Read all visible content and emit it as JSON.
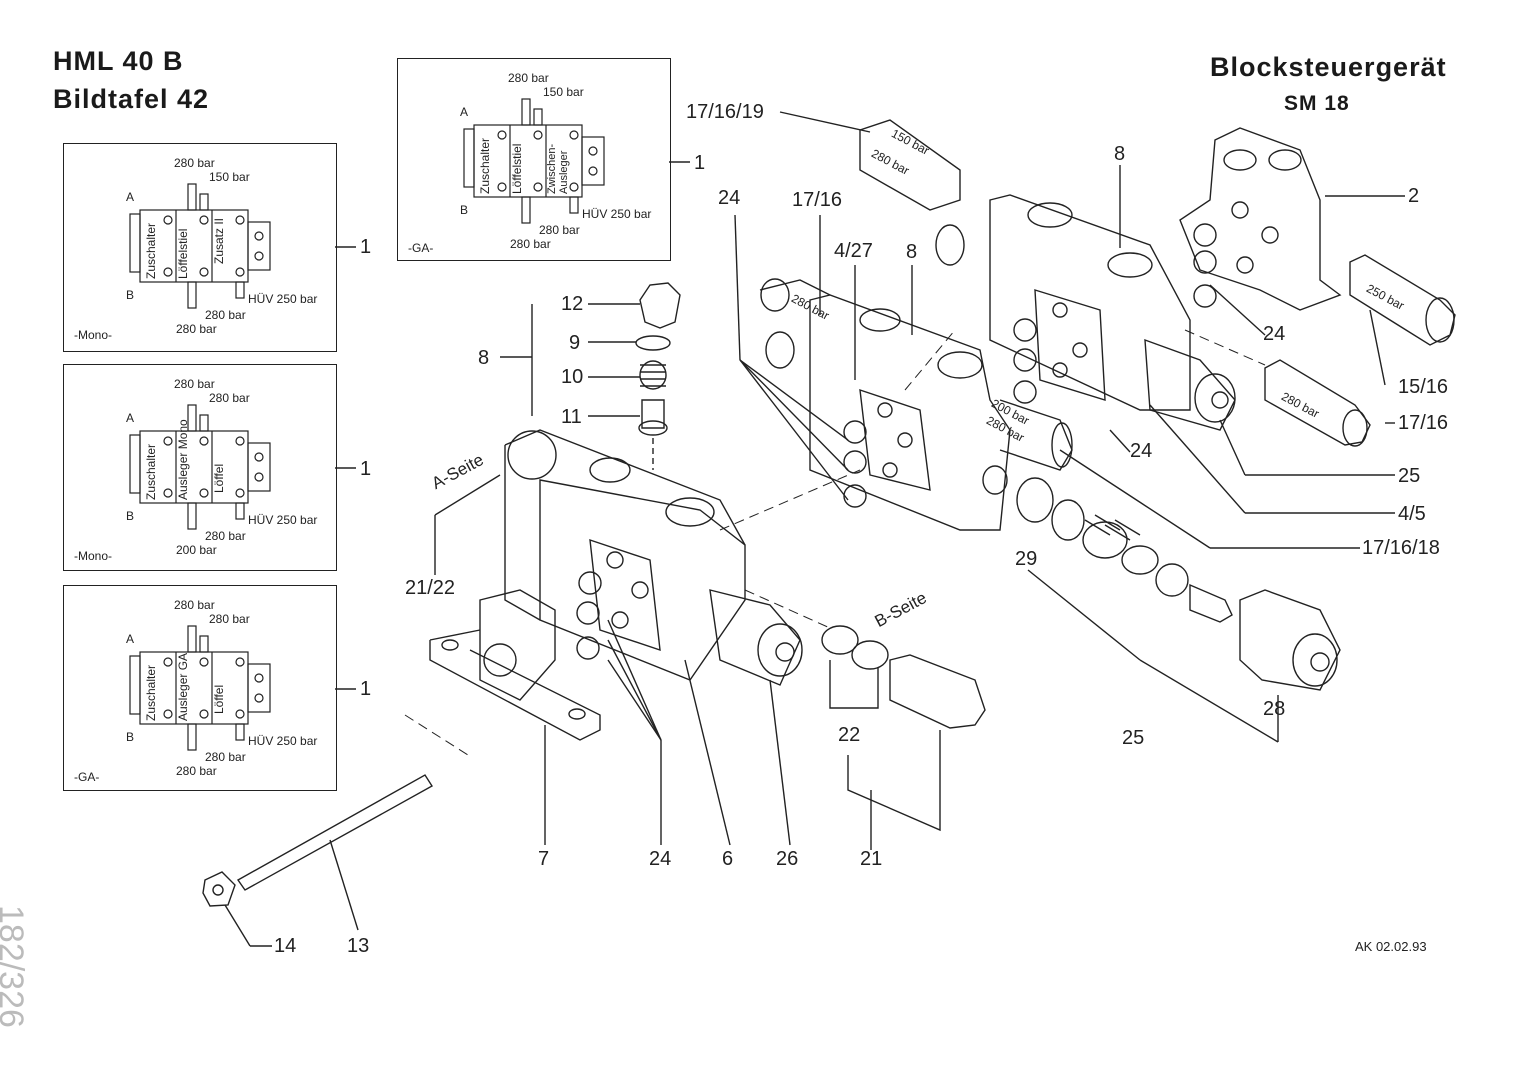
{
  "header": {
    "model": "HML 40 B",
    "plate": "Bildtafel 42",
    "component": "Blocksteuergerät",
    "series": "SM 18"
  },
  "footer": {
    "revision": "AK 02.02.93",
    "page": "182/326"
  },
  "schemes": [
    {
      "ref": "1",
      "variant": "-Mono-",
      "top_pressure": "280 bar",
      "top_pressure2": "150 bar",
      "sections": [
        "Zuschalter",
        "Löffelstiel",
        "Zusatz II"
      ],
      "huv": "HÜV 250 bar",
      "bottom_pressure": "280 bar",
      "bottom_pressure2": "280 bar",
      "port_a": "A",
      "port_b": "B"
    },
    {
      "ref": "1",
      "variant": "-Mono-",
      "top_pressure": "280 bar",
      "top_pressure2": "280 bar",
      "sections": [
        "Zuschalter",
        "Ausleger Mono",
        "Löffel"
      ],
      "huv": "HÜV 250 bar",
      "bottom_pressure": "280 bar",
      "bottom_pressure2": "200 bar",
      "port_a": "A",
      "port_b": "B"
    },
    {
      "ref": "1",
      "variant": "-GA-",
      "top_pressure": "280 bar",
      "top_pressure2": "280 bar",
      "sections": [
        "Zuschalter",
        "Ausleger GA",
        "Löffel"
      ],
      "huv": "HÜV 250 bar",
      "bottom_pressure": "280 bar",
      "bottom_pressure2": "280 bar",
      "port_a": "A",
      "port_b": "B"
    },
    {
      "ref": "1",
      "variant": "-GA-",
      "top_pressure": "280 bar",
      "top_pressure2": "150 bar",
      "sections": [
        "Zuschalter",
        "Löffelstiel",
        "Zwischen-Ausleger"
      ],
      "huv": "HÜV 250 bar",
      "bottom_pressure": "280 bar",
      "bottom_pressure2": "280 bar",
      "port_a": "A",
      "port_b": "B"
    }
  ],
  "callouts": {
    "c17_16_19": "17/16/19",
    "c24a": "24",
    "c17_16a": "17/16",
    "c4_27": "4/27",
    "c8a": "8",
    "c8b": "8",
    "c2": "2",
    "c24b": "24",
    "c15_16": "15/16",
    "c17_16b": "17/16",
    "c25a": "25",
    "c24c": "24",
    "c4_5": "4/5",
    "c17_16_18": "17/16/18",
    "c29": "29",
    "c28": "28",
    "c25b": "25",
    "c12": "12",
    "c9": "9",
    "c10": "10",
    "c11": "11",
    "c8c": "8",
    "c21_22": "21/22",
    "c22": "22",
    "c21": "21",
    "c7": "7",
    "c24d": "24",
    "c6": "6",
    "c26": "26",
    "c14": "14",
    "c13": "13"
  },
  "part_labels": {
    "a_side": "A-Seite",
    "b_side": "B-Seite",
    "p150": "150 bar",
    "p280a": "280 bar",
    "p280b": "280 bar",
    "p200": "200 bar",
    "p280c": "280 bar",
    "p250": "250 bar",
    "p280d": "280 bar"
  }
}
